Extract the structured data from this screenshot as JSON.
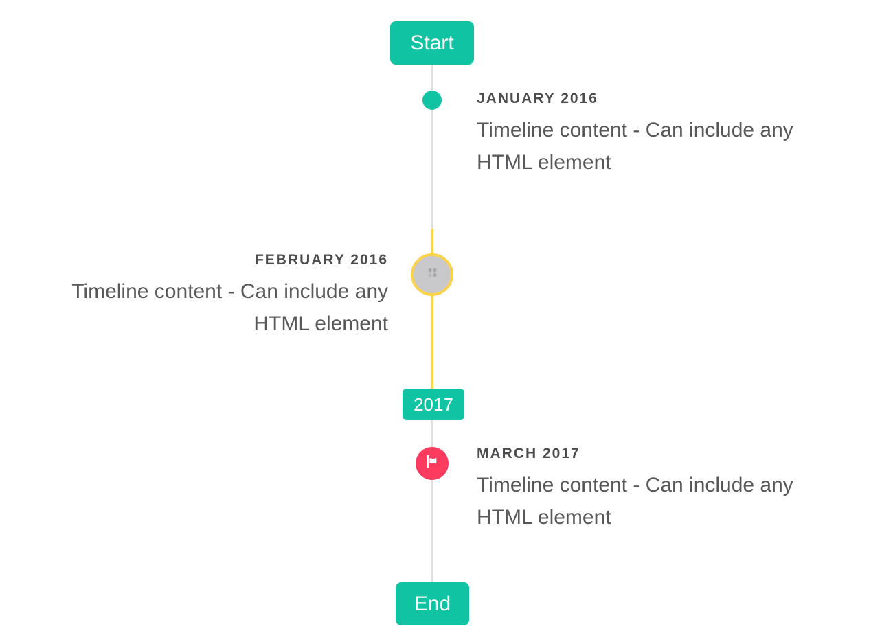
{
  "timeline": {
    "start_label": "Start",
    "end_label": "End",
    "year_badge": "2017",
    "entries": [
      {
        "title": "JANUARY 2016",
        "content": "Timeline content - Can include any HTML element",
        "side": "right",
        "marker": "teal-dot"
      },
      {
        "title": "FEBRUARY 2016",
        "content": "Timeline content - Can include any HTML element",
        "side": "left",
        "marker": "gray-image-circle-yellow-ring"
      },
      {
        "title": "MARCH 2017",
        "content": "Timeline content - Can include any HTML element",
        "side": "right",
        "marker": "red-flag-circle"
      }
    ],
    "icons": {
      "flag": "flag-icon",
      "image_placeholder": "image-placeholder-icon"
    },
    "colors": {
      "accent_teal": "#10c3a2",
      "highlight_yellow": "#fbd24b",
      "flag_red": "#fc3b5f",
      "line_gray": "#e0e0e1",
      "image_circle_gray": "#c9c9cb",
      "title_text": "#4c4c4e",
      "content_text": "#58585a"
    }
  }
}
